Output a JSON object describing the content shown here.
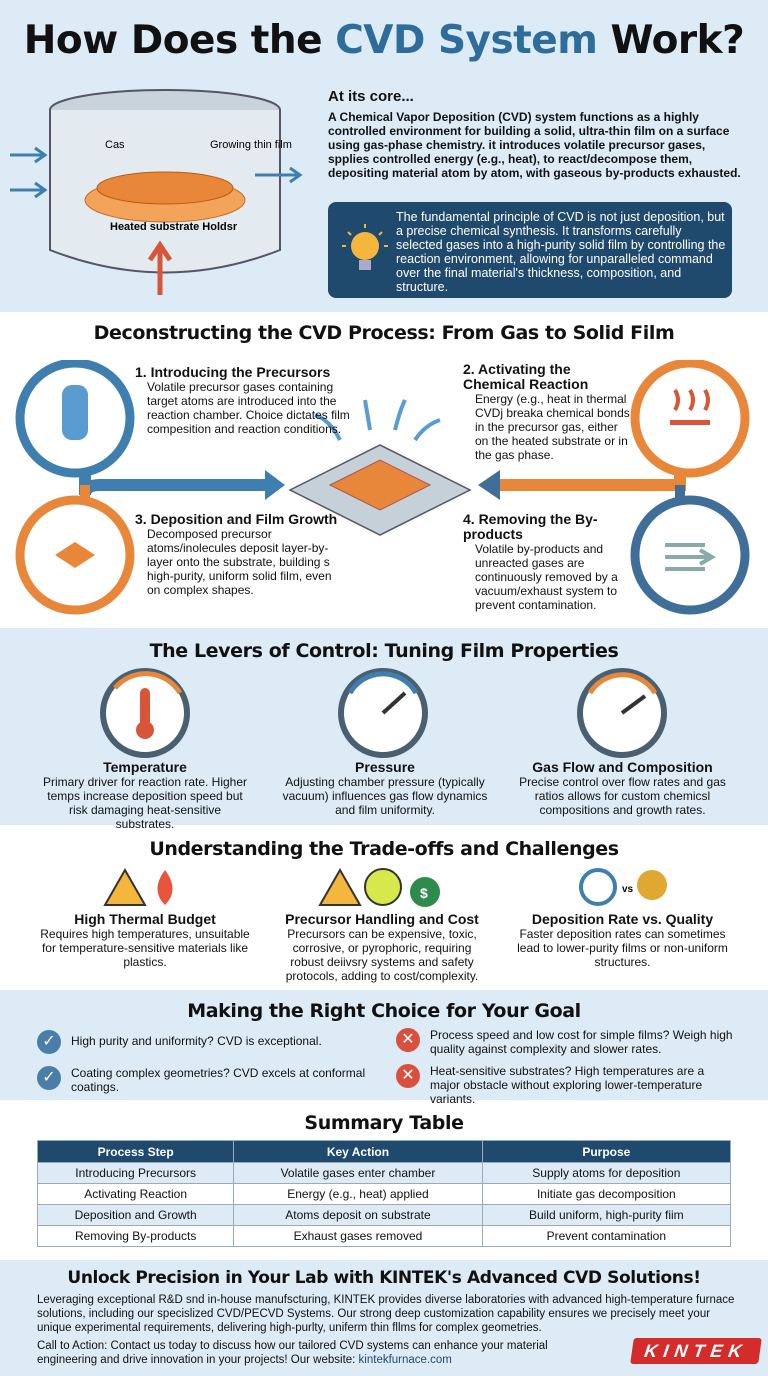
{
  "title": {
    "pre": "How Does the ",
    "accent": "CVD System",
    "post": " Work?"
  },
  "intro": {
    "diagram_labels": {
      "gas": "Cas",
      "film": "Growing thin film",
      "substrate": "Heated substrate Holdsr"
    },
    "heading": "At its core...",
    "body": "A Chemical Vapor Deposition (CVD) system functions as a highly controlled environment for building a solid, ultra-thin film on a surface using gas-phase chemistry. it introduces volatile precursor gases, spplies controlled energy (e.g., heat), to react/decompose them, depositing material atom by atom, with gaseous by-products exhausted.",
    "callout": "The fundamental principle of CVD is not just deposition, but a precise chemical synthesis. It transforms carefully selected gases into a high-purity solid film by controlling the reaction environment, allowing for unparalleled command over the final material's thickness, composition, and structure."
  },
  "process": {
    "title": "Deconstructing the CVD Process: From Gas to Solid Film",
    "steps": [
      {
        "title": "1. Introducing the Precursors",
        "body": "Volatile precursor gases containing target atoms are introduced into the reaction chamber. Choice dictates film compesition and reaction conditions."
      },
      {
        "title": "2. Activating the Chemical Reaction",
        "body": "Energy (e.g., heat in thermal CVDj breaka chemical bonds in the precursor gas, either on the heated substrate or in the gas phase."
      },
      {
        "title": "3. Deposition and Film Growth",
        "body": "Decomposed precursor atoms/inolecules deposit layer-by-layer onto the substrate, building s high-purity, uniform solid film, even on complex shapes."
      },
      {
        "title": "4. Removing the By-products",
        "body": "Volatile by-products and unreacted gases are continuously removed by a vacuum/exhaust system to prevent contamination."
      }
    ]
  },
  "levers": {
    "title": "The Levers of Control: Tuning Film Properties",
    "items": [
      {
        "title": "Temperature",
        "body": "Primary driver for reaction rate. Higher temps increase deposition speed but risk damaging heat-sensitive substrates."
      },
      {
        "title": "Pressure",
        "body": "Adjusting chamber pressure (typically vacuum) influences gas flow dynamics and film uniformity."
      },
      {
        "title": "Gas Flow and Composition",
        "body": "Precise control over flow rates and gas ratios allows for custom chemicsl compositions and growth rates."
      }
    ]
  },
  "tradeoffs": {
    "title": "Understanding the Trade-offs and Challenges",
    "vs": "vs",
    "items": [
      {
        "title": "High Thermal Budget",
        "body": "Requires high temperatures, unsuitable for temperature-sensitive materials like plastics."
      },
      {
        "title": "Precursor Handling and Cost",
        "body": "Precursors can be expensive, toxic, corrosive, or pyrophoric, requiring robust deiivsry systems and safety protocols, adding to cost/complexity."
      },
      {
        "title": "Deposition Rate vs. Quality",
        "body": "Faster deposition rates can sometimes lead to lower-purity films or non-uniform structures."
      }
    ]
  },
  "choice": {
    "title": "Making the Right Choice for Your Goal",
    "pros": [
      "High purity and uniformity? CVD is exceptional.",
      "Coating complex geometries? CVD excels at conformal coatings."
    ],
    "cons": [
      "Process speed and low cost for simple films? Weigh high quality against complexity and slower rates.",
      "Heat-sensitive substrates? High temperatures are a major obstacle without exploring lower-temperature variants."
    ]
  },
  "summary": {
    "title": "Summary Table",
    "headers": [
      "Process Step",
      "Key Action",
      "Purpose"
    ],
    "rows": [
      [
        "Introducing Precursors",
        "Volatile gases enter chamber",
        "Supply atoms for deposition"
      ],
      [
        "Activating Reaction",
        "Energy (e.g., heat) applied",
        "Initiate gas decomposition"
      ],
      [
        "Deposition and Growth",
        "Atoms deposit on substrate",
        "Build uniform, high-purity fiim"
      ],
      [
        "Removing By-products",
        "Exhaust gases removed",
        "Prevent contamination"
      ]
    ]
  },
  "cta": {
    "title": "Unlock Precision in Your Lab with KINTEK's Advanced CVD Solutions!",
    "body": "Leveraging exceptional R&D snd in-house manufscturing, KINTEK provides diverse laboratories with advanced high-temperature furnace solutions, including our specislized CVD/PECVD Systems. Our strong deep customization capability ensures we precisely meet your unique experimental requirements, delivering high-purlty, uniferm thin fllms for complex geometries.",
    "action": "Call to Action: Contact us today to discuss how our tailored CVD systems can enhance your material engineering and drive innovation in your projects! Our website: ",
    "website": "kintekfurnace.com",
    "logo": "KINTEK"
  },
  "colors": {
    "navy": "#1f4a6e",
    "blue": "#3f7fb0",
    "orange": "#e8873a",
    "light": "#dcebf6",
    "red": "#d42b2b"
  }
}
